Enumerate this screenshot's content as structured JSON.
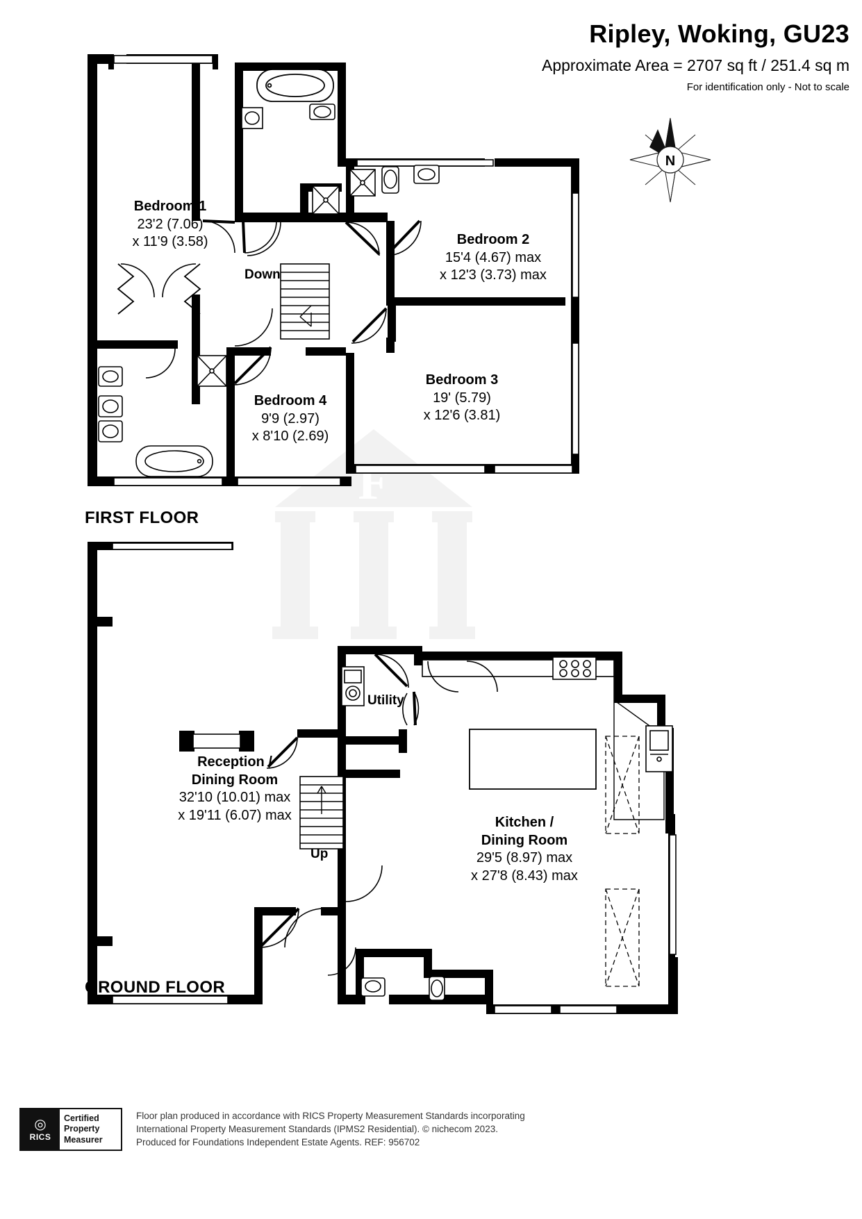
{
  "header": {
    "title": "Ripley, Woking, GU23",
    "area": "Approximate Area = 2707 sq ft / 251.4 sq m",
    "identification": "For identification only - Not to scale"
  },
  "compass": {
    "label": "N",
    "name": "compass-rose"
  },
  "floors": [
    {
      "id": "first",
      "caption": "FIRST FLOOR"
    },
    {
      "id": "ground",
      "caption": "GROUND FLOOR"
    }
  ],
  "rooms": {
    "bedroom1": {
      "name": "Bedroom 1",
      "dim1": "23'2 (7.06)",
      "dim2": "x 11'9 (3.58)"
    },
    "bedroom2": {
      "name": "Bedroom 2",
      "dim1": "15'4 (4.67) max",
      "dim2": "x 12'3 (3.73) max"
    },
    "bedroom3": {
      "name": "Bedroom 3",
      "dim1": "19' (5.79)",
      "dim2": "x 12'6 (3.81)"
    },
    "bedroom4": {
      "name": "Bedroom 4",
      "dim1": "9'9 (2.97)",
      "dim2": "x 8'10 (2.69)"
    },
    "reception": {
      "name1": "Reception /",
      "name2": "Dining Room",
      "dim1": "32'10 (10.01) max",
      "dim2": "x 19'11 (6.07) max"
    },
    "kitchen": {
      "name1": "Kitchen /",
      "name2": "Dining Room",
      "dim1": "29'5 (8.97) max",
      "dim2": "x 27'8 (8.43) max"
    },
    "utility": {
      "name": "Utility"
    }
  },
  "stairs": {
    "down": "Down",
    "up": "Up"
  },
  "footer": {
    "rics_mark": "RICS",
    "rics_caption_line1": "Certified",
    "rics_caption_line2": "Property",
    "rics_caption_line3": "Measurer",
    "note_line1": "Floor plan produced in accordance with RICS Property Measurement Standards incorporating",
    "note_line2": "International Property Measurement Standards (IPMS2 Residential).   © nichecom 2023.",
    "note_line3": "Produced for Foundations Independent Estate Agents.   REF:  956702"
  },
  "colors": {
    "wall": "#000000",
    "line": "#1a1a1a",
    "background": "#ffffff",
    "watermark": "#b9b9b9"
  }
}
